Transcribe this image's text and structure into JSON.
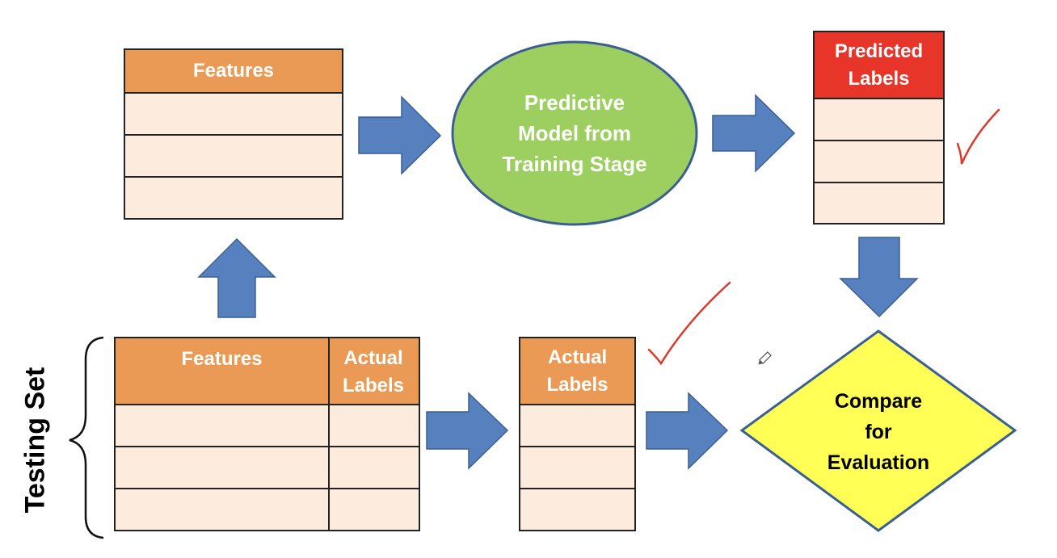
{
  "features_table": {
    "header": "Features"
  },
  "model": {
    "label_line1": "Predictive",
    "label_line2": "Model from",
    "label_line3": "Training Stage"
  },
  "predicted_table": {
    "header_line1": "Predicted",
    "header_line2": "Labels"
  },
  "testing_table": {
    "features_header": "Features",
    "labels_header_line1": "Actual",
    "labels_header_line2": "Labels"
  },
  "actual_table": {
    "header_line1": "Actual",
    "header_line2": "Labels"
  },
  "compare": {
    "line1": "Compare",
    "line2": "for",
    "line3": "Evaluation"
  },
  "side_label": "Testing Set",
  "colors": {
    "table_header": "#eb9a55",
    "table_body": "#fdebdd",
    "predicted_header": "#e8352a",
    "arrow": "#5781be",
    "model_fill": "#9ccf5f",
    "compare_fill": "#ffff55",
    "checkmark": "#d93c2c"
  }
}
